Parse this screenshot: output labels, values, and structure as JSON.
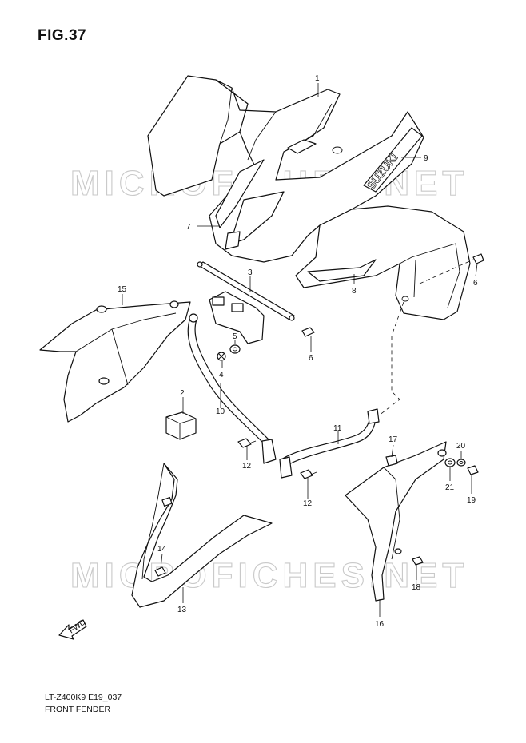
{
  "figure": {
    "title": "FIG.37",
    "model_code": "LT-Z400K9 E19_037",
    "section_name": "FRONT FENDER",
    "watermark": "MICROFICHES.NET",
    "brand_marking": "SUZUKI",
    "direction_marker": "FWD"
  },
  "callouts": [
    {
      "id": "c1",
      "label": "1"
    },
    {
      "id": "c2",
      "label": "2"
    },
    {
      "id": "c3",
      "label": "3"
    },
    {
      "id": "c4",
      "label": "4"
    },
    {
      "id": "c5",
      "label": "5"
    },
    {
      "id": "c6a",
      "label": "6"
    },
    {
      "id": "c6b",
      "label": "6"
    },
    {
      "id": "c7",
      "label": "7"
    },
    {
      "id": "c8",
      "label": "8"
    },
    {
      "id": "c9",
      "label": "9"
    },
    {
      "id": "c10",
      "label": "10"
    },
    {
      "id": "c11",
      "label": "11"
    },
    {
      "id": "c12a",
      "label": "12"
    },
    {
      "id": "c12b",
      "label": "12"
    },
    {
      "id": "c13",
      "label": "13"
    },
    {
      "id": "c14",
      "label": "14"
    },
    {
      "id": "c15",
      "label": "15"
    },
    {
      "id": "c16",
      "label": "16"
    },
    {
      "id": "c17",
      "label": "17"
    },
    {
      "id": "c18",
      "label": "18"
    },
    {
      "id": "c19",
      "label": "19"
    },
    {
      "id": "c20",
      "label": "20"
    },
    {
      "id": "c21",
      "label": "21"
    }
  ]
}
